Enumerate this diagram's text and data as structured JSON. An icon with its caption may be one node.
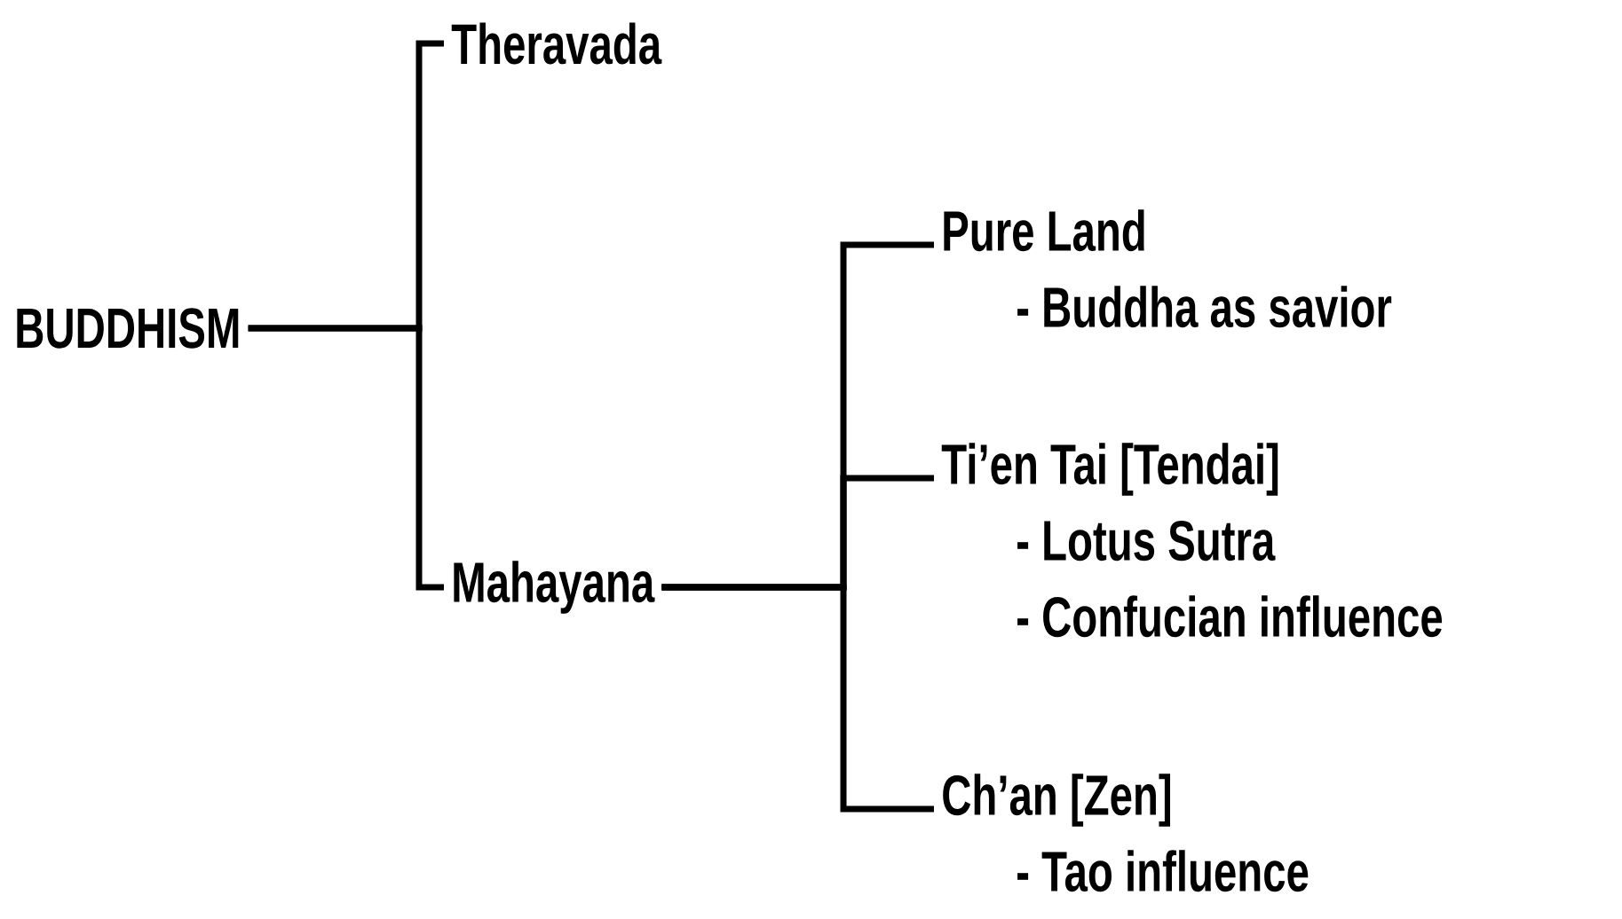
{
  "diagram": {
    "nodes": [
      {
        "text": [
          "BUDDHISM"
        ]
      },
      {
        "text": [
          "Theravada"
        ]
      },
      {
        "text": [
          "Mahayana"
        ]
      },
      {
        "text": [
          "Pure Land",
          "- Buddha as savior"
        ]
      },
      {
        "text": [
          "Ti’en Tai [Tendai]",
          "- Lotus Sutra",
          "- Confucian influence"
        ]
      },
      {
        "text": [
          "Ch’an [Zen]",
          "- Tao influence"
        ]
      }
    ],
    "edges": [
      {
        "from": 0,
        "to": 1,
        "arrow": "none"
      },
      {
        "from": 0,
        "to": 2,
        "arrow": "none"
      },
      {
        "from": 2,
        "to": 3,
        "arrow": "none"
      },
      {
        "from": 2,
        "to": 4,
        "arrow": "none"
      },
      {
        "from": 2,
        "to": 5,
        "arrow": "none"
      }
    ]
  }
}
